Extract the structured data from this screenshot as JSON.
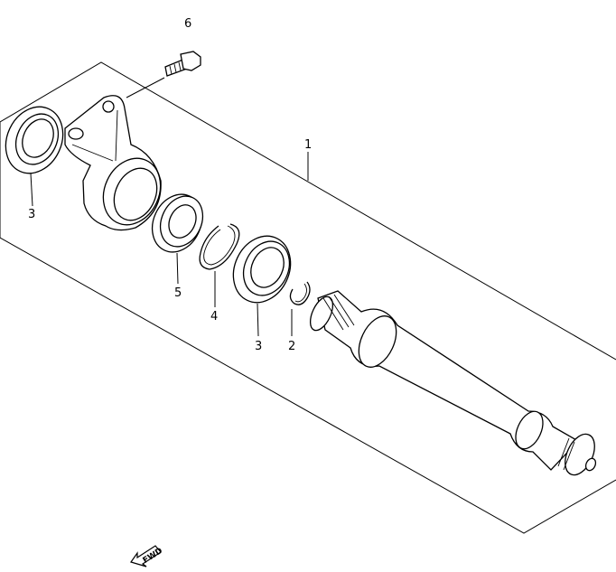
{
  "diagram": {
    "callouts": [
      {
        "id": "bolt",
        "label": "6"
      },
      {
        "id": "assembly",
        "label": "1"
      },
      {
        "id": "seal-left",
        "label": "3"
      },
      {
        "id": "bearing",
        "label": "5"
      },
      {
        "id": "circlip-large",
        "label": "4"
      },
      {
        "id": "seal-right",
        "label": "3"
      },
      {
        "id": "circlip-small",
        "label": "2"
      }
    ],
    "direction_indicator": {
      "label": "FWD",
      "icon": "forward-arrow-icon"
    }
  }
}
